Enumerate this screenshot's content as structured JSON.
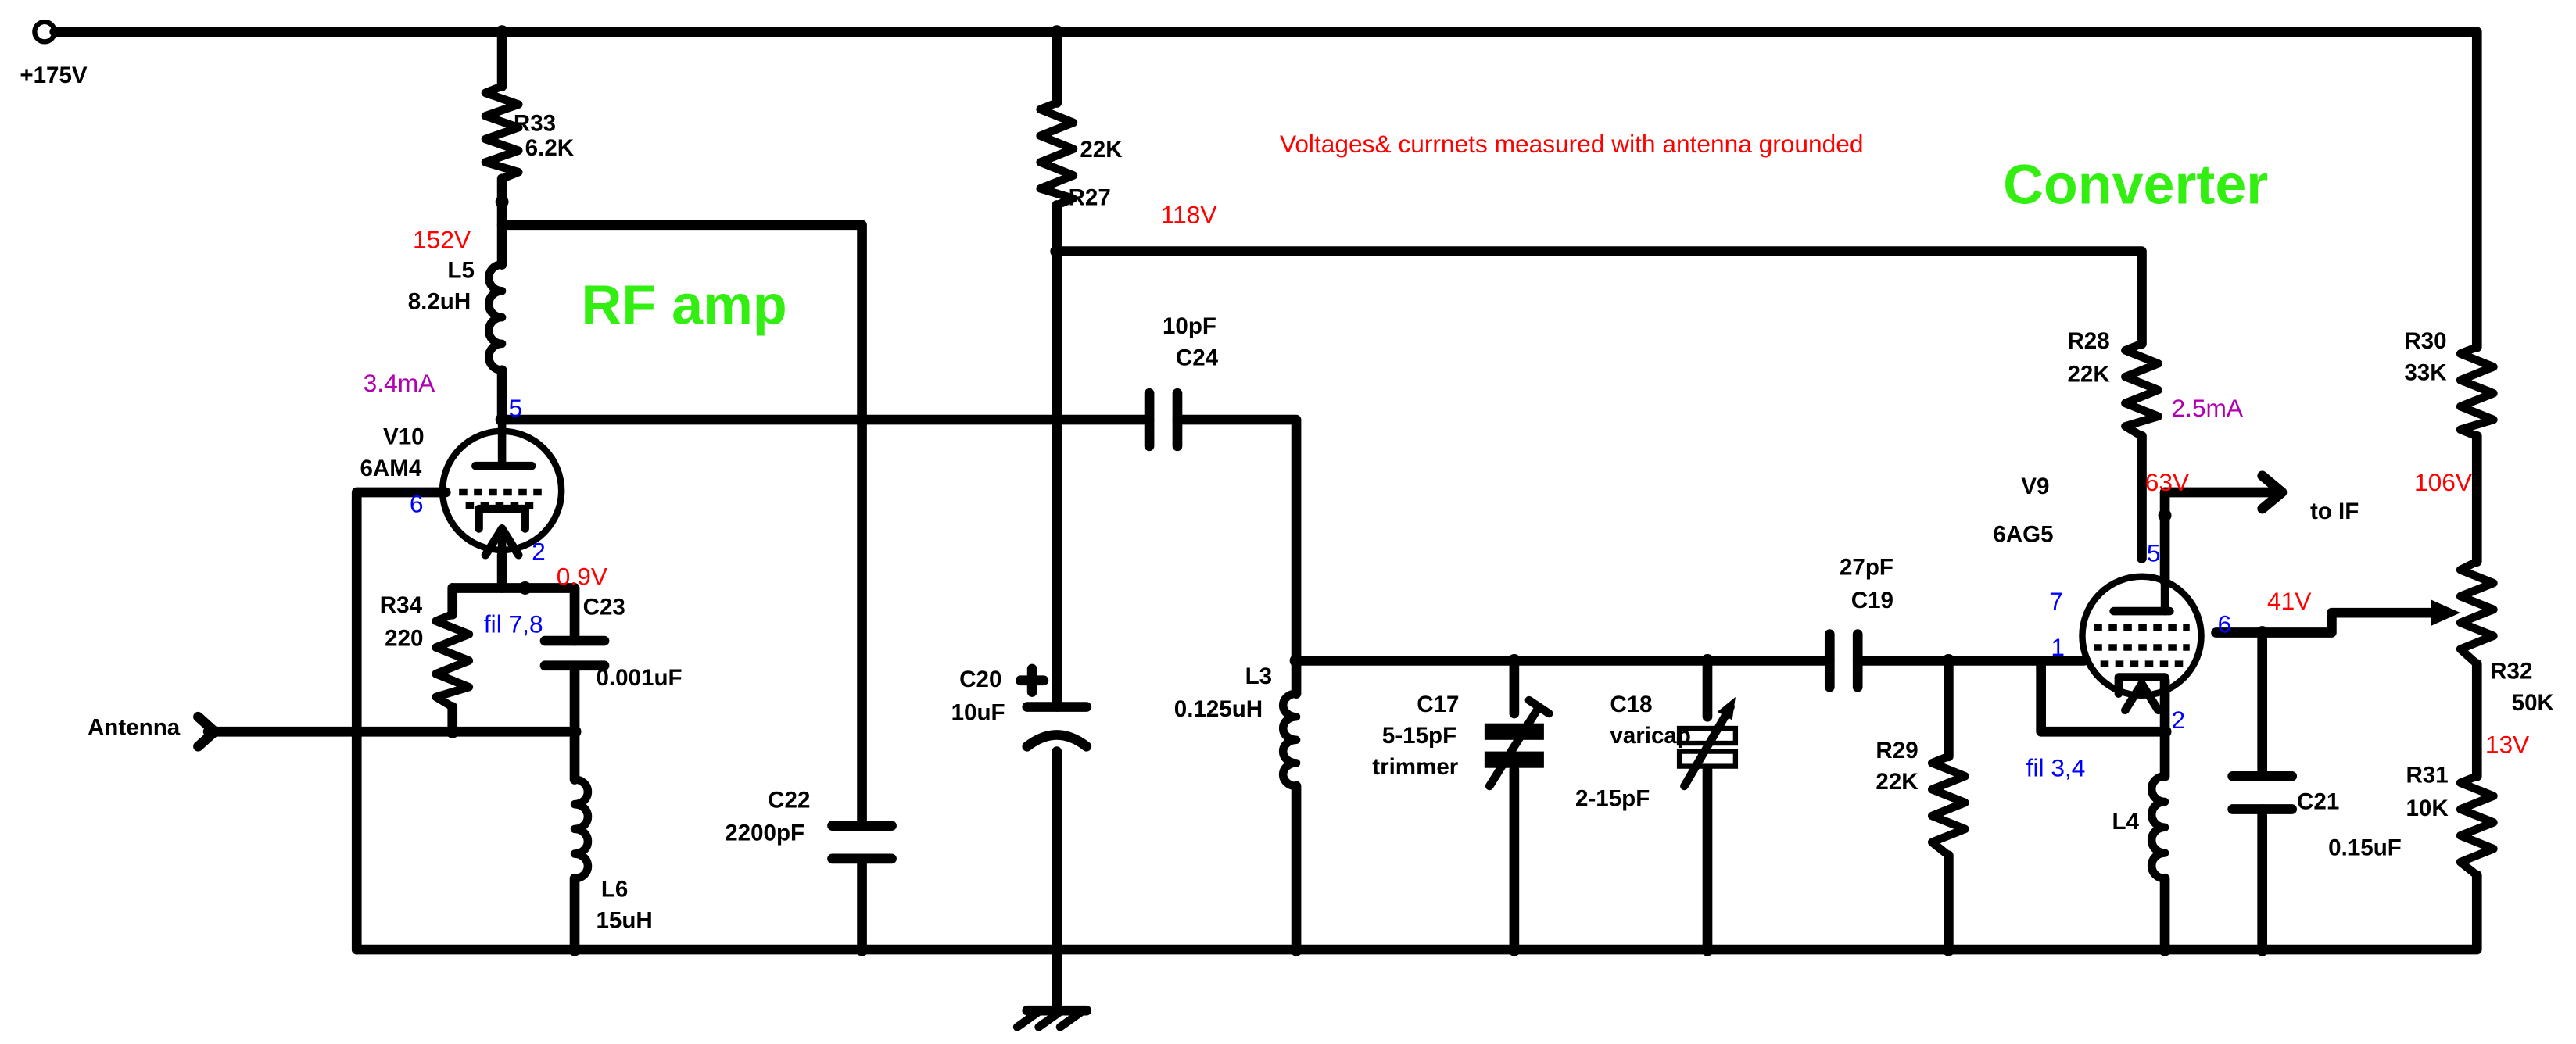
{
  "title": {
    "rf_amp": "RF amp",
    "converter": "Converter",
    "note": "Voltages& currnets measured with antenna grounded"
  },
  "supply": {
    "label": "+175V"
  },
  "components": {
    "r33": {
      "name": "R33",
      "value": "6.2K"
    },
    "l5": {
      "name": "L5",
      "value": "8.2uH"
    },
    "v10": {
      "name": "V10",
      "type": "6AM4"
    },
    "r34": {
      "name": "R34",
      "value": "220"
    },
    "c23": {
      "name": "C23",
      "value": "0.001uF"
    },
    "l6": {
      "name": "L6",
      "value": "15uH"
    },
    "c22": {
      "name": "C22",
      "value": "2200pF"
    },
    "r27": {
      "name": "R27",
      "value": "22K"
    },
    "c20": {
      "name": "C20",
      "value": "10uF"
    },
    "c24": {
      "name": "C24",
      "value": "10pF"
    },
    "l3": {
      "name": "L3",
      "value": "0.125uH"
    },
    "c17": {
      "name": "C17",
      "value": "5-15pF",
      "desc": "trimmer"
    },
    "c18": {
      "name": "C18",
      "desc": "varicap",
      "value": "2-15pF"
    },
    "c19": {
      "name": "C19",
      "value": "27pF"
    },
    "r29": {
      "name": "R29",
      "value": "22K"
    },
    "r28": {
      "name": "R28",
      "value": "22K"
    },
    "v9": {
      "name": "V9",
      "type": "6AG5"
    },
    "l4": {
      "name": "L4"
    },
    "c21": {
      "name": "C21",
      "value": "0.15uF"
    },
    "r30": {
      "name": "R30",
      "value": "33K"
    },
    "r32": {
      "name": "R32",
      "value": "50K"
    },
    "r31": {
      "name": "R31",
      "value": "10K"
    }
  },
  "io": {
    "antenna": "Antenna",
    "to_if": "to IF"
  },
  "measurements": {
    "v_152": "152V",
    "i_3_4": "3.4mA",
    "v_0_9": "0.9V",
    "v_118": "118V",
    "i_2_5": "2.5mA",
    "v_63": "63V",
    "v_106": "106V",
    "v_41": "41V",
    "v_13": "13V"
  },
  "pins": {
    "v10_plate": "5",
    "v10_grid": "6",
    "v10_cathode": "2",
    "v10_fil": "fil 7,8",
    "v9_plate": "5",
    "v9_g1": "7",
    "v9_g2": "1",
    "v9_screen": "6",
    "v9_cathode": "2",
    "v9_fil": "fil 3,4"
  },
  "colors": {
    "wire": "#000000",
    "measurement": "#ff0000",
    "pin": "#0000ff",
    "current": "#b000b0",
    "section_title": "#33ee11"
  }
}
